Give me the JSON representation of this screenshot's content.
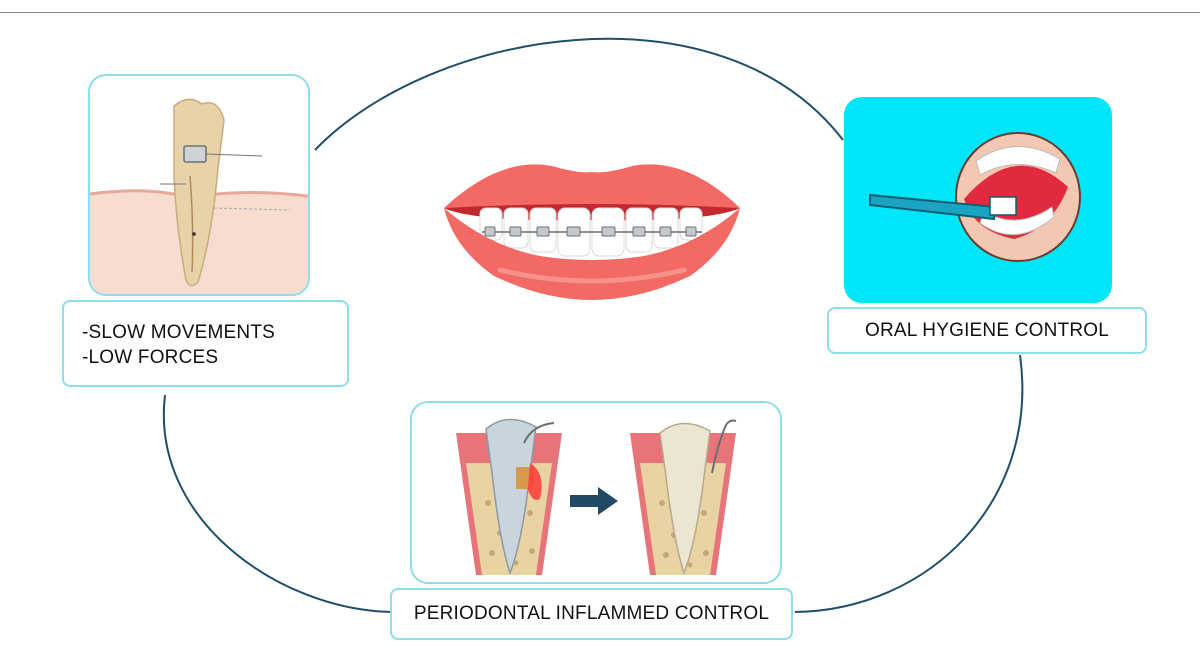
{
  "labels": {
    "slow_movements": "-SLOW MOVEMENTS",
    "low_forces": "-LOW FORCES",
    "oral_hygiene": "ORAL HYGIENE CONTROL",
    "periodontal": "PERIODONTAL INFLAMMED CONTROL"
  },
  "colors": {
    "box_border": "#8fdcec",
    "hygiene_background": "#00e6f8",
    "cycle_line": "#1f4e6b",
    "lips": "#f26a63",
    "gum": "#e8747a",
    "arrow": "#1e4a64"
  },
  "icons": [
    "tooth-bracket-icon",
    "lips-braces-icon",
    "toothbrush-mouth-icon",
    "inflamed-tooth-icon",
    "arrow-right-icon",
    "healthy-tooth-icon"
  ]
}
